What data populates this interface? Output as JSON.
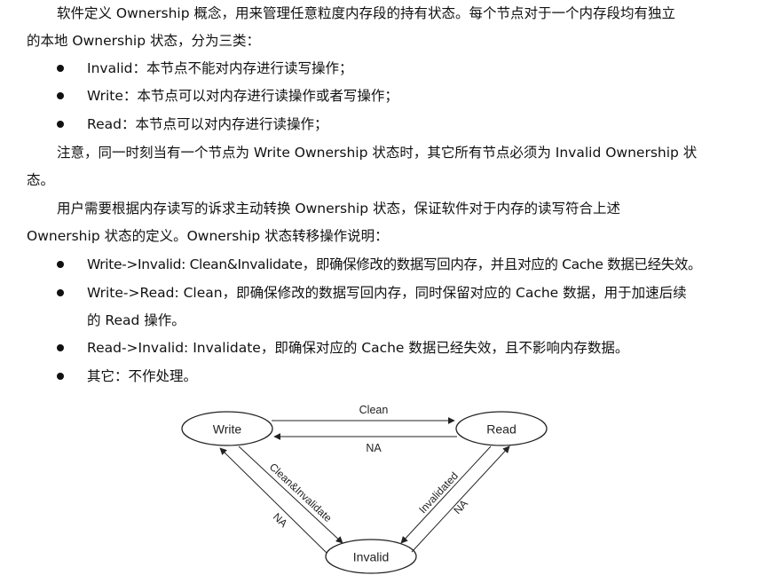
{
  "paragraphs": {
    "p1_l1": "软件定义 Ownership 概念，用来管理任意粒度内存段的持有状态。每个节点对于一个内存段均有独立",
    "p1_l2": "的本地 Ownership 状态，分为三类：",
    "bullets1": [
      "Invalid：本节点不能对内存进行读写操作；",
      "Write：本节点可以对内存进行读操作或者写操作；",
      "Read：本节点可以对内存进行读操作；"
    ],
    "p2_l1": "注意，同一时刻当有一个节点为 Write Ownership 状态时，其它所有节点必须为 Invalid Ownership 状",
    "p2_l2": "态。",
    "p3_l1": "用户需要根据内存读写的诉求主动转换  Ownership  状态，保证软件对于内存的读写符合上述",
    "p3_l2": "Ownership 状态的定义。Ownership 状态转移操作说明：",
    "bullets2": [
      "Write->Invalid: Clean&Invalidate，即确保修改的数据写回内存，并且对应的 Cache 数据已经失效。",
      "Write->Read: Clean，即确保修改的数据写回内存，同时保留对应的 Cache 数据，用于加速后续",
      "Read->Invalid: Invalidate，即确保对应的 Cache 数据已经失效，且不影响内存数据。",
      "其它：不作处理。"
    ],
    "bullet2_2_cont": "的 Read 操作。"
  },
  "diagram": {
    "nodes": {
      "write": "Write",
      "read": "Read",
      "invalid": "Invalid"
    },
    "edges": {
      "write_to_read": "Clean",
      "read_to_write": "NA",
      "write_to_invalid": "Clean&Invalidate",
      "invalid_to_write": "NA",
      "read_to_invalid": "Invalidated",
      "invalid_to_read": "NA"
    }
  }
}
